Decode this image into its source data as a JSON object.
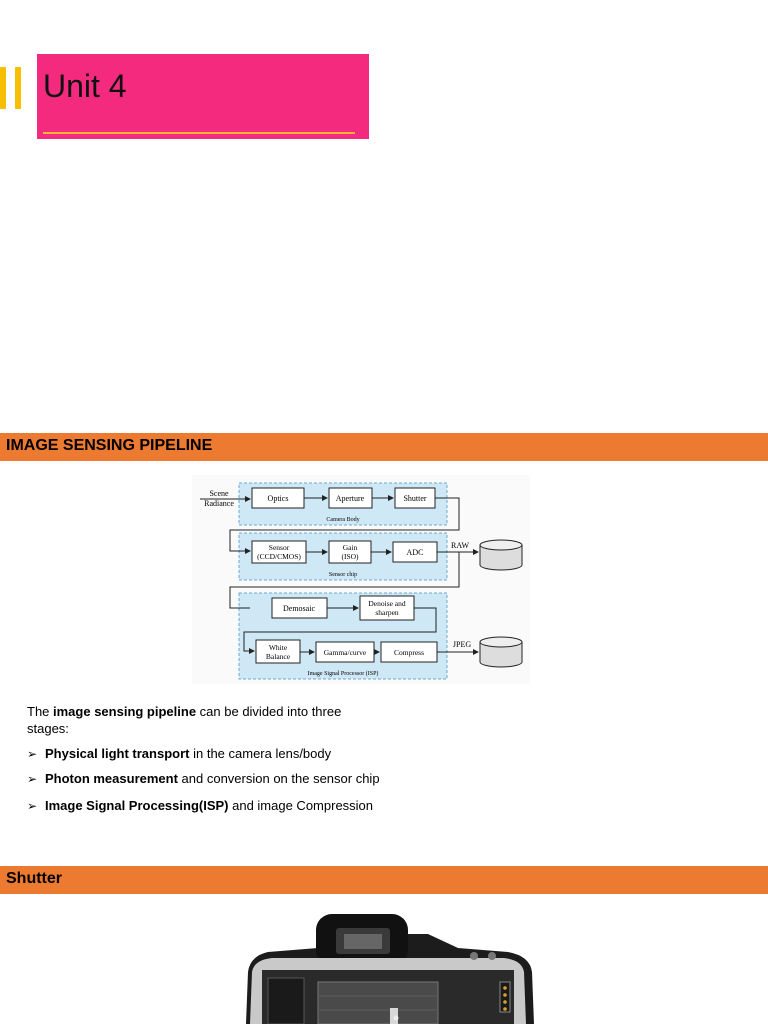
{
  "title": "Unit 4",
  "sections": [
    {
      "heading": "IMAGE SENSING PIPELINE"
    },
    {
      "heading": "Shutter"
    }
  ],
  "diagram": {
    "input_label_1": "Scene",
    "input_label_2": "Radiance",
    "row1": [
      "Optics",
      "Aperture",
      "Shutter"
    ],
    "row1_group": "Camera Body",
    "row2_sensor_1": "Sensor",
    "row2_sensor_2": "(CCD/CMOS)",
    "row2_gain_1": "Gain",
    "row2_gain_2": "(ISO)",
    "row2_adc": "ADC",
    "row2_group": "Sensor chip",
    "raw_label": "RAW",
    "row3_demosaic": "Demosaic",
    "row3_denoise_1": "Denoise and",
    "row3_denoise_2": "sharpen",
    "row4_wb_1": "White",
    "row4_wb_2": "Balance",
    "row4_gamma": "Gamma/curve",
    "row4_compress": "Compress",
    "isp_group": "Image Signal Processor (ISP)",
    "jpeg_label": "JPEG"
  },
  "intro": {
    "prefix": "The ",
    "bold": "image sensing pipeline",
    "line1_suffix": " can be divided into three",
    "line2": "stages:"
  },
  "bullets": [
    {
      "bold": "Physical light transport",
      "rest": " in the camera lens/body"
    },
    {
      "bold": "Photon measurement",
      "rest": " and conversion on the sensor chip"
    },
    {
      "bold": "Image Signal Processing(ISP)",
      "rest": " and image Compression"
    }
  ],
  "colors": {
    "title_bg": "#f42a7e",
    "accent": "#f6c000",
    "section_bg": "#ec7a30",
    "diagram_group_bg": "#cfe8f6"
  },
  "bullet_marker": "➢"
}
